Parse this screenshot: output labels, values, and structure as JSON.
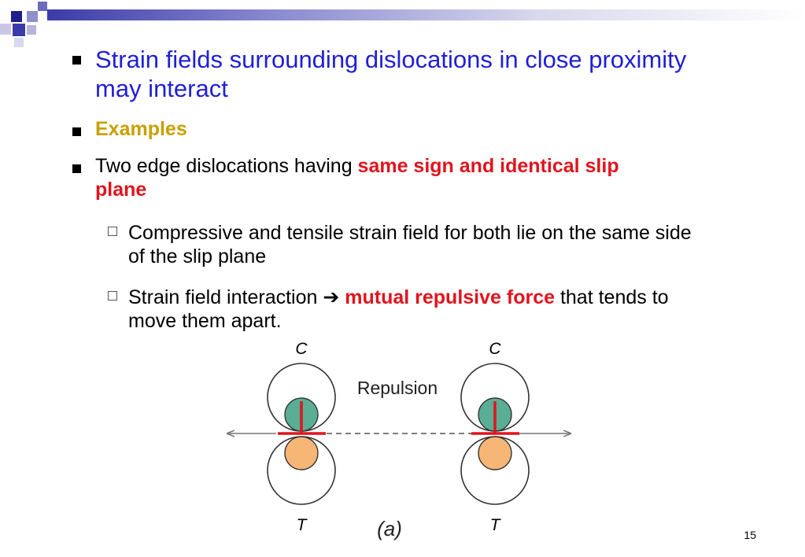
{
  "bullets": [
    {
      "text": "Strain fields surrounding dislocations in close proximity may interact"
    },
    {
      "text": "Examples"
    },
    {
      "text": "Two edge dislocations having ",
      "highlight": "same sign and identical slip plane"
    }
  ],
  "sub_bullets": [
    {
      "text": "Compressive and tensile strain field for both lie on the same side of the slip plane"
    },
    {
      "text": "Strain field interaction ",
      "arrow": "➔",
      "highlight": "mutual repulsive force",
      "after": " that tends to move them apart."
    }
  ],
  "diagram": {
    "label_c": "C",
    "label_t": "T",
    "label_repulsion": "Repulsion",
    "caption": "(a)",
    "colors": {
      "compression": "#5aae94",
      "tension": "#f6b676",
      "dislocation": "#e0141e"
    }
  },
  "page_number": "15"
}
